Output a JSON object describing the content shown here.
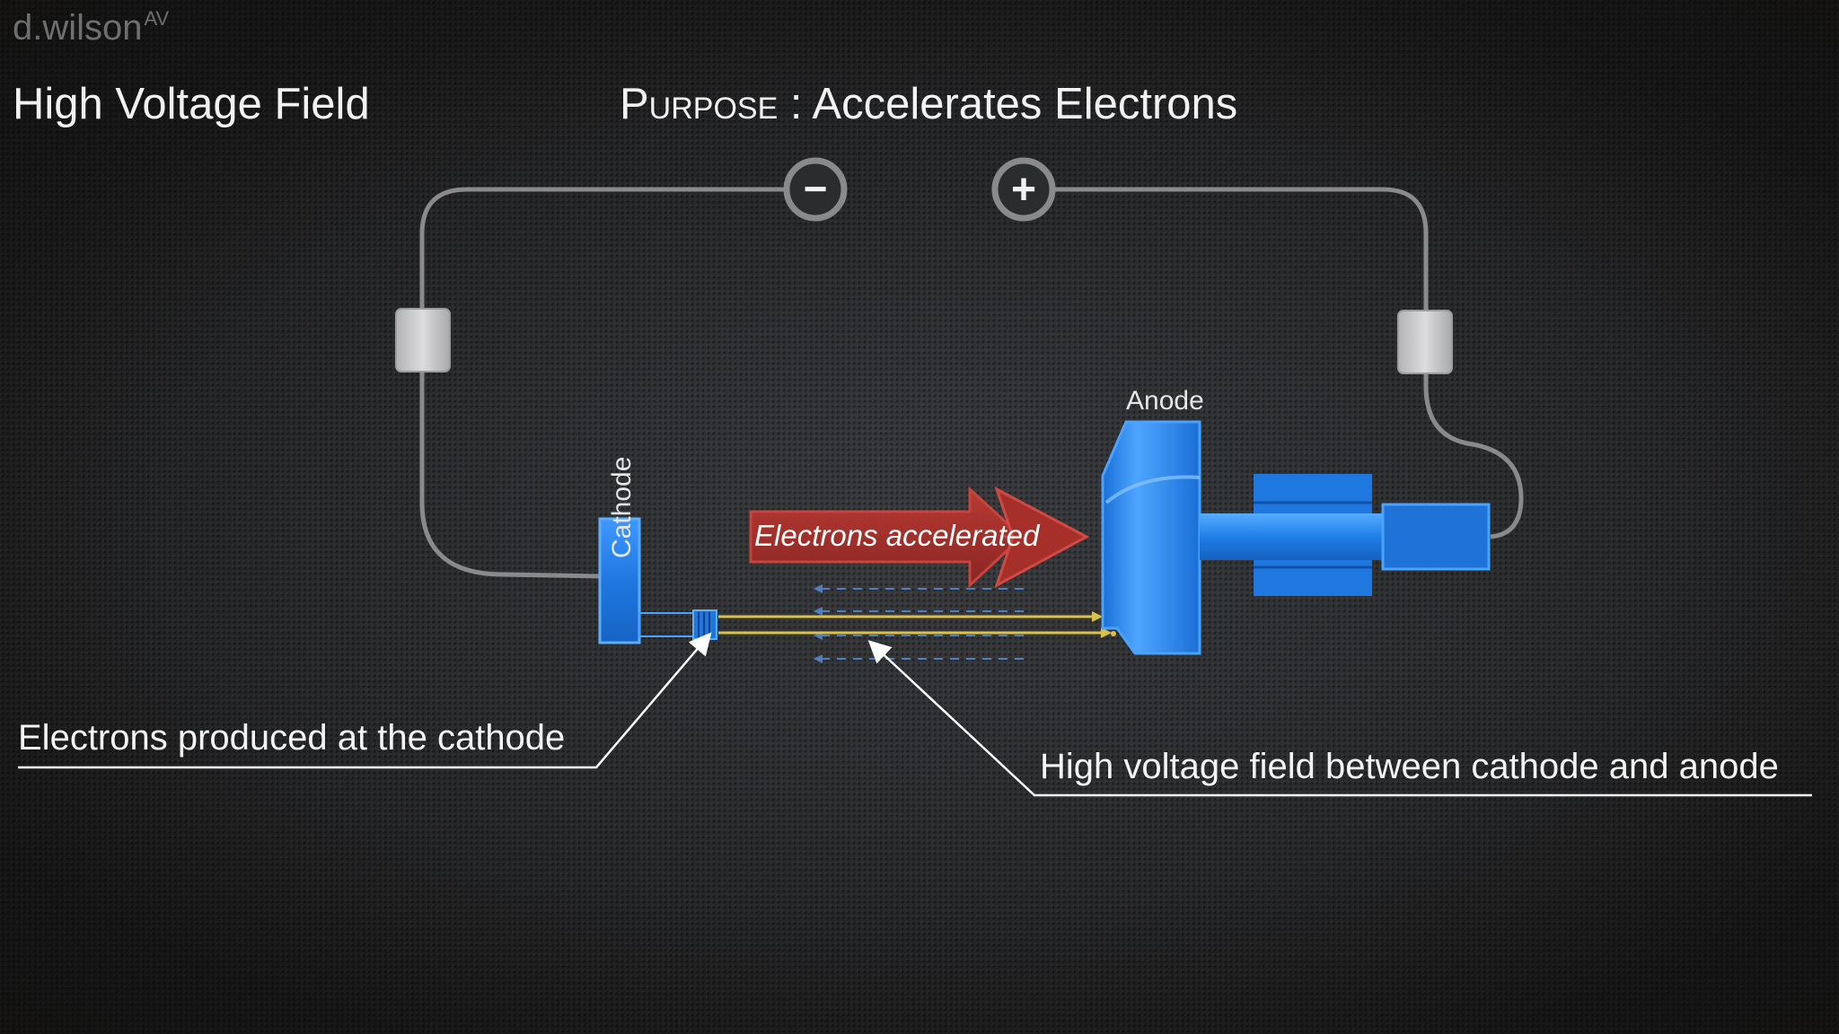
{
  "watermark": {
    "name": "d.wilson",
    "suffix": "AV"
  },
  "slide": {
    "title": "High Voltage Field",
    "purpose_prefix": "Purpose",
    "purpose_separator": " : ",
    "purpose_text": "Accelerates Electrons"
  },
  "diagram": {
    "terminals": {
      "negative_symbol": "−",
      "positive_symbol": "+"
    },
    "labels": {
      "anode": "Anode",
      "cathode": "Cathode",
      "electrons_accelerated": "Electrons accelerated"
    },
    "callouts": {
      "cathode_callout": "Electrons produced at the cathode",
      "field_callout": "High voltage field between cathode and anode"
    },
    "colors": {
      "wire": "#8a8a8c",
      "component_blue": "#1f78e0",
      "component_blue_light": "#4aa3ff",
      "arrow_red": "#a8302c",
      "electron_beam": "#d8c24a",
      "field_lines": "#4f7fc0",
      "insulator": "#c9c9cb"
    }
  }
}
